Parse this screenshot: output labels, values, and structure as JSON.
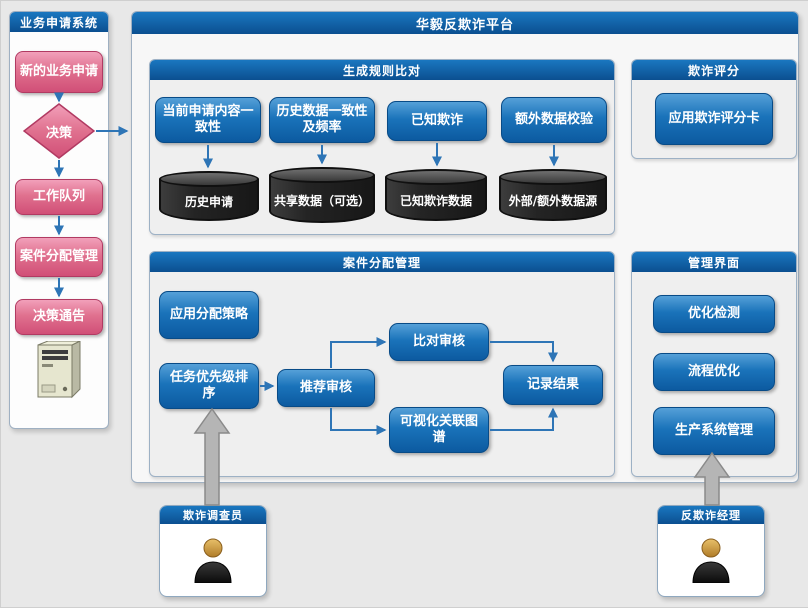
{
  "colors": {
    "page_bg": "#e8e8e8",
    "header_blue": "#0f5ca8",
    "node_blue": "#1a73ba",
    "node_pink": "#e0718f",
    "cylinder_dark": "#242424",
    "arrow_blue": "#2e75b6",
    "arrow_gray": "#b5b5b5"
  },
  "left_panel": {
    "title": "业务申请系统",
    "steps": {
      "new_application": "新的业务申请",
      "decision": "决策",
      "work_queue": "工作队列",
      "case_assignment": "案件分配管理",
      "decision_notice": "决策通告"
    }
  },
  "platform": {
    "title": "华毅反欺诈平台",
    "rule_matching": {
      "title": "生成规则比对",
      "checks": [
        "当前申请内容一致性",
        "历史数据一致性及频率",
        "已知欺诈",
        "额外数据校验"
      ],
      "datastores": [
        "历史申请",
        "共享数据（可选）",
        "已知欺诈数据",
        "外部/额外数据源"
      ]
    },
    "fraud_scoring": {
      "title": "欺诈评分",
      "card": "应用欺诈评分卡"
    },
    "case_management": {
      "title": "案件分配管理",
      "nodes": {
        "strategy": "应用分配策略",
        "prioritize": "任务优先级排序",
        "recommend_review": "推荐审核",
        "compare_review": "比对审核",
        "visual_graph": "可视化关联图谱",
        "record_results": "记录结果"
      }
    },
    "admin": {
      "title": "管理界面",
      "items": [
        "优化检测",
        "流程优化",
        "生产系统管理"
      ]
    }
  },
  "actors": {
    "investigator": "欺诈调查员",
    "manager": "反欺诈经理"
  }
}
